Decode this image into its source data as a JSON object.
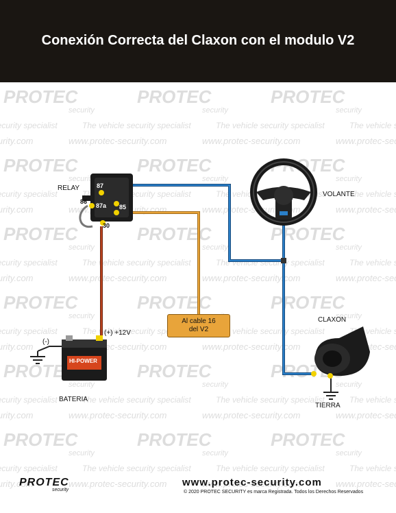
{
  "title": "Conexión Correcta del Claxon con el modulo V2",
  "watermark": {
    "brand": "PROTEC",
    "sub": "security",
    "tagline": "The vehicle security specialist",
    "url": "www.protec-security.com"
  },
  "labels": {
    "relay": "RELAY",
    "pin87": "87",
    "pin86": "86",
    "pin87a": "87a",
    "pin85": "85",
    "pin30": "30",
    "volante": "VOLANTE",
    "claxon": "CLAXON",
    "tierra": "TIERRA",
    "bateria": "BATERIA",
    "neg": "(-)",
    "pos": "(+) +12V",
    "battery_brand": "HI-POWER",
    "cable_line1": "Al cable 16",
    "cable_line2": "del V2"
  },
  "footer": {
    "url": "www.protec-security.com",
    "copyright": "© 2020 PROTEC SECURITY es marca Registrada. Todos los Derechos Reservados",
    "logo": "PROTEC",
    "logo_sub": "security"
  },
  "colors": {
    "header": "#1a1612",
    "wire_blue": "#2a7fc8",
    "wire_orange": "#e8a43a",
    "wire_red": "#b8431f",
    "box": "#e8a43a"
  }
}
